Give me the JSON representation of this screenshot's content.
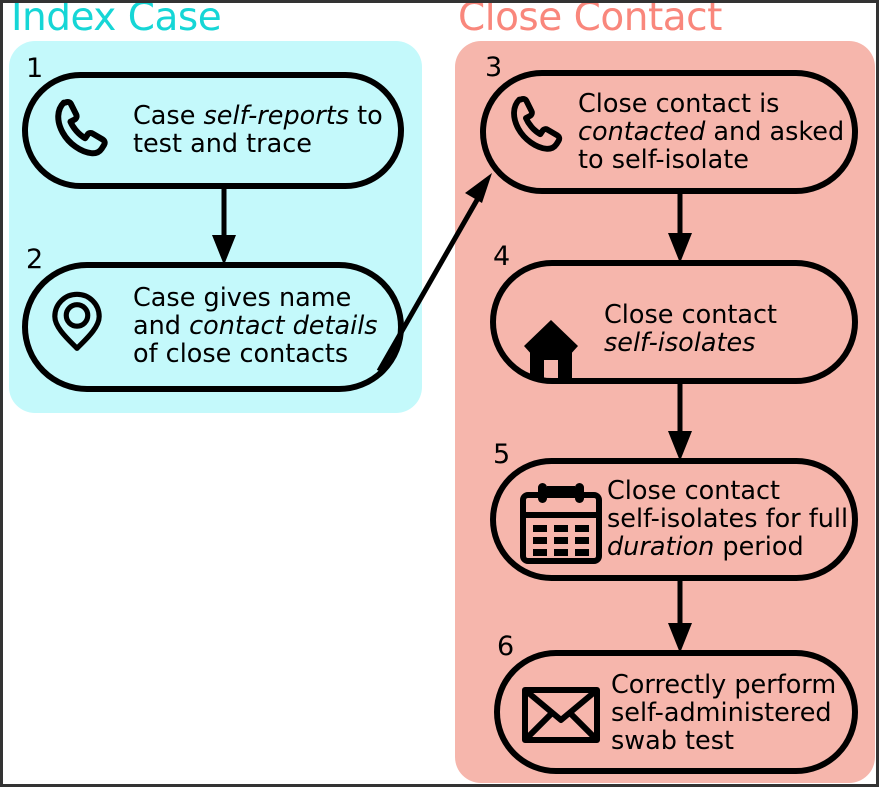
{
  "diagram": {
    "title_not_shown": false,
    "panels": [
      {
        "key": "index_case",
        "label": "Index Case",
        "title_color": "#16d6d6",
        "fill_color": "#c4f9fb"
      },
      {
        "key": "close_contact",
        "label": "Close Contact",
        "title_color": "#f9877c",
        "fill_color": "#f6b6ac"
      }
    ],
    "nodes": [
      {
        "number": "1",
        "panel": "index_case",
        "icon": "phone-icon",
        "lines": [
          [
            {
              "text": "Case ",
              "style": "normal"
            },
            {
              "text": "self-reports",
              "style": "italic"
            },
            {
              "text": " to",
              "style": "normal"
            }
          ],
          [
            {
              "text": "test and trace",
              "style": "normal"
            }
          ]
        ]
      },
      {
        "number": "2",
        "panel": "index_case",
        "icon": "location-pin-icon",
        "lines": [
          [
            {
              "text": "Case gives name",
              "style": "normal"
            }
          ],
          [
            {
              "text": "and ",
              "style": "normal"
            },
            {
              "text": "contact details",
              "style": "italic"
            }
          ],
          [
            {
              "text": "of close contacts",
              "style": "normal"
            }
          ]
        ]
      },
      {
        "number": "3",
        "panel": "close_contact",
        "icon": "phone-icon",
        "lines": [
          [
            {
              "text": "Close contact is",
              "style": "normal"
            }
          ],
          [
            {
              "text": "contacted",
              "style": "italic"
            },
            {
              "text": " and asked",
              "style": "normal"
            }
          ],
          [
            {
              "text": "to self-isolate",
              "style": "normal"
            }
          ]
        ]
      },
      {
        "number": "4",
        "panel": "close_contact",
        "icon": "house-icon",
        "lines": [
          [
            {
              "text": "Close contact",
              "style": "normal"
            }
          ],
          [
            {
              "text": "self-isolates",
              "style": "italic"
            }
          ]
        ]
      },
      {
        "number": "5",
        "panel": "close_contact",
        "icon": "calendar-icon",
        "lines": [
          [
            {
              "text": "Close contact",
              "style": "normal"
            }
          ],
          [
            {
              "text": "self-isolates for full",
              "style": "normal"
            }
          ],
          [
            {
              "text": "duration",
              "style": "italic"
            },
            {
              "text": " period",
              "style": "normal"
            }
          ]
        ]
      },
      {
        "number": "6",
        "panel": "close_contact",
        "icon": "envelope-icon",
        "lines": [
          [
            {
              "text": "Correctly perform",
              "style": "normal"
            }
          ],
          [
            {
              "text": "self-administered",
              "style": "normal"
            }
          ],
          [
            {
              "text": "swab test",
              "style": "normal"
            }
          ]
        ]
      }
    ],
    "connectors": [
      {
        "name": "arrow-1-to-2",
        "from": "1",
        "to": "2",
        "kind": "vertical"
      },
      {
        "name": "arrow-2-to-3",
        "from": "2",
        "to": "3",
        "kind": "diagonal"
      },
      {
        "name": "arrow-3-to-4",
        "from": "3",
        "to": "4",
        "kind": "vertical"
      },
      {
        "name": "arrow-4-to-5",
        "from": "4",
        "to": "5",
        "kind": "vertical"
      },
      {
        "name": "arrow-5-to-6",
        "from": "5",
        "to": "6",
        "kind": "vertical"
      }
    ],
    "colors": {
      "stroke": "#000000",
      "frame_border": "#333333",
      "background": "#ffffff"
    }
  }
}
